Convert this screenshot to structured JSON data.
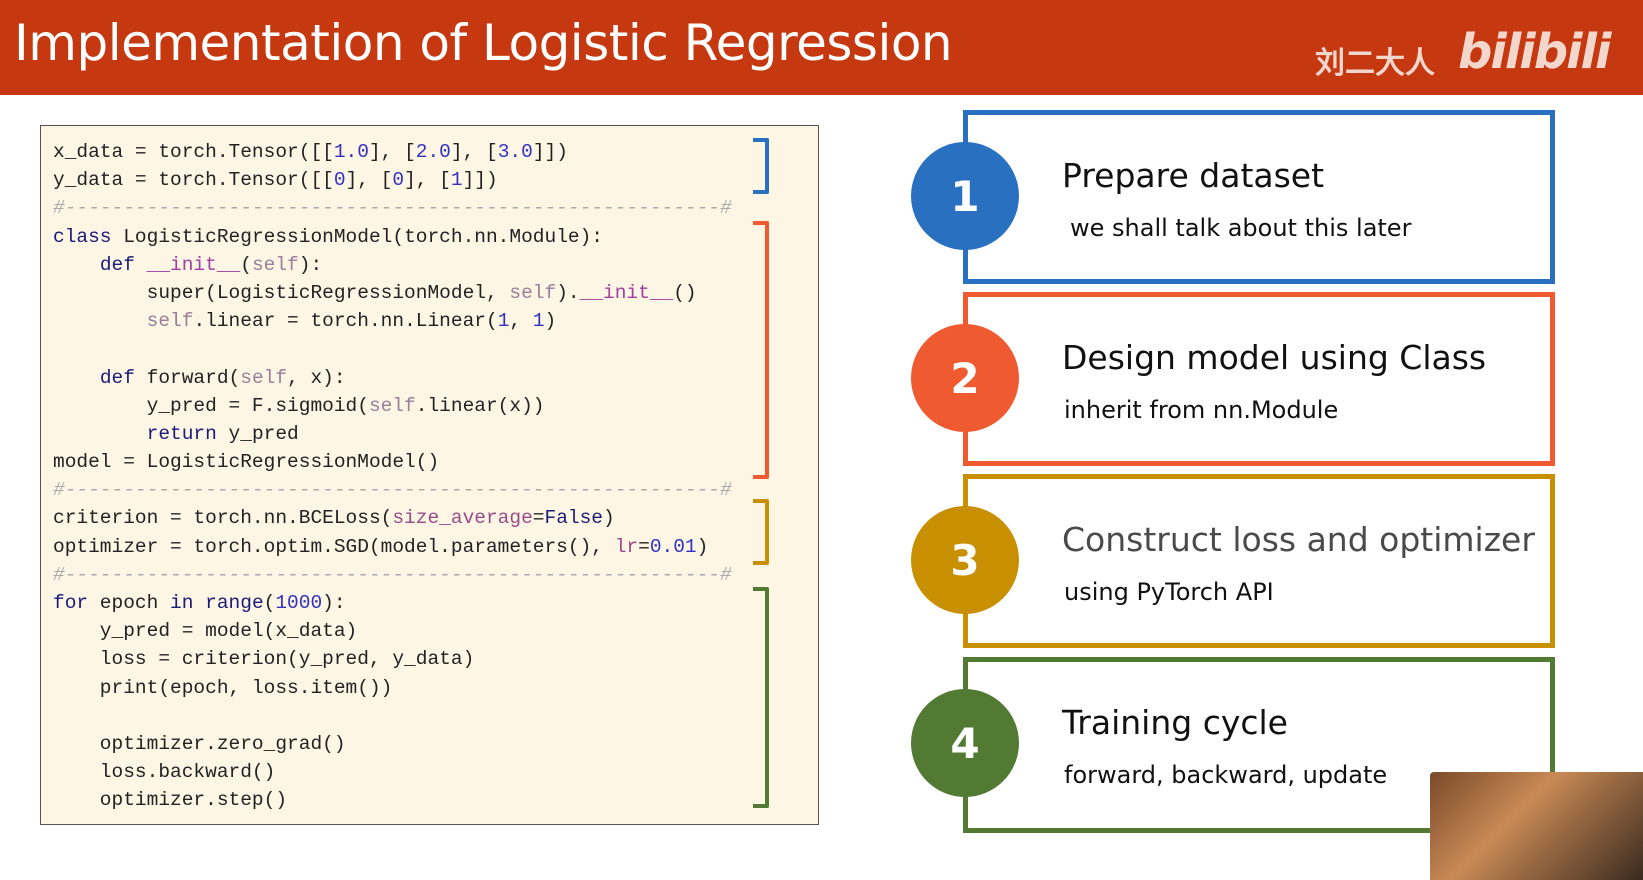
{
  "header": {
    "title": "Implementation of Logistic Regression",
    "author": "刘二大人",
    "logo": "bilibili"
  },
  "code_lines": [
    [
      [
        "x_data = torch.Tensor([[",
        ""
      ],
      [
        "1.0",
        "num"
      ],
      [
        "], [",
        ""
      ],
      [
        "2.0",
        "num"
      ],
      [
        "], [",
        ""
      ],
      [
        "3.0",
        "num"
      ],
      [
        "]])",
        ""
      ]
    ],
    [
      [
        "y_data = torch.Tensor([[",
        ""
      ],
      [
        "0",
        "num"
      ],
      [
        "], [",
        ""
      ],
      [
        "0",
        "num"
      ],
      [
        "], [",
        ""
      ],
      [
        "1",
        "num"
      ],
      [
        "]])",
        ""
      ]
    ],
    [
      [
        "#--------------------------------------------------------#",
        "cm"
      ]
    ],
    [
      [
        "class",
        "kw"
      ],
      [
        " LogisticRegressionModel(torch.nn.Module):",
        ""
      ]
    ],
    [
      [
        "    ",
        ""
      ],
      [
        "def",
        "kw"
      ],
      [
        " ",
        ""
      ],
      [
        "__init__",
        "dunder"
      ],
      [
        "(",
        ""
      ],
      [
        "self",
        "self"
      ],
      [
        "):",
        ""
      ]
    ],
    [
      [
        "        super(LogisticRegressionModel, ",
        ""
      ],
      [
        "self",
        "self"
      ],
      [
        ").",
        ""
      ],
      [
        "__init__",
        "dunder"
      ],
      [
        "()",
        ""
      ]
    ],
    [
      [
        "        ",
        ""
      ],
      [
        "self",
        "self"
      ],
      [
        ".linear = torch.nn.Linear(",
        ""
      ],
      [
        "1",
        "num"
      ],
      [
        ", ",
        ""
      ],
      [
        "1",
        "num"
      ],
      [
        ")",
        ""
      ]
    ],
    [],
    [
      [
        "    ",
        ""
      ],
      [
        "def",
        "kw"
      ],
      [
        " forward(",
        ""
      ],
      [
        "self",
        "self"
      ],
      [
        ", x):",
        ""
      ]
    ],
    [
      [
        "        y_pred = F.sigmoid(",
        ""
      ],
      [
        "self",
        "self"
      ],
      [
        ".linear(x))",
        ""
      ]
    ],
    [
      [
        "        ",
        ""
      ],
      [
        "return",
        "kw"
      ],
      [
        " y_pred",
        ""
      ]
    ],
    [
      [
        "model = LogisticRegressionModel()",
        ""
      ]
    ],
    [
      [
        "#--------------------------------------------------------#",
        "cm"
      ]
    ],
    [
      [
        "criterion = torch.nn.BCELoss(",
        ""
      ],
      [
        "size_average",
        "kwarg"
      ],
      [
        "=",
        ""
      ],
      [
        "False",
        "kw"
      ],
      [
        ")",
        ""
      ]
    ],
    [
      [
        "optimizer = torch.optim.SGD(model.parameters(), ",
        ""
      ],
      [
        "lr",
        "kwarg"
      ],
      [
        "=",
        ""
      ],
      [
        "0.01",
        "num"
      ],
      [
        ")",
        ""
      ]
    ],
    [
      [
        "#--------------------------------------------------------#",
        "cm"
      ]
    ],
    [
      [
        "for",
        "kw"
      ],
      [
        " epoch ",
        ""
      ],
      [
        "in",
        "kw"
      ],
      [
        " ",
        ""
      ],
      [
        "range",
        "kw"
      ],
      [
        "(",
        ""
      ],
      [
        "1000",
        "num"
      ],
      [
        "):",
        ""
      ]
    ],
    [
      [
        "    y_pred = model(x_data)",
        ""
      ]
    ],
    [
      [
        "    loss = criterion(y_pred, y_data)",
        ""
      ]
    ],
    [
      [
        "    print(epoch, loss.item())",
        ""
      ]
    ],
    [],
    [
      [
        "    optimizer.zero_grad()",
        ""
      ]
    ],
    [
      [
        "    loss.backward()",
        ""
      ]
    ],
    [
      [
        "    optimizer.step()",
        ""
      ]
    ]
  ],
  "steps": [
    {
      "number": "1",
      "title": "Prepare dataset",
      "subtitle": "we shall talk about this later",
      "color": "#2a70c0"
    },
    {
      "number": "2",
      "title": "Design model using Class",
      "subtitle": "inherit from nn.Module",
      "color": "#f05a30"
    },
    {
      "number": "3",
      "title": "Construct loss and optimizer",
      "subtitle": "using PyTorch API",
      "color": "#c89000"
    },
    {
      "number": "4",
      "title": "Training cycle",
      "subtitle": "forward, backward, update",
      "color": "#527a32"
    }
  ]
}
